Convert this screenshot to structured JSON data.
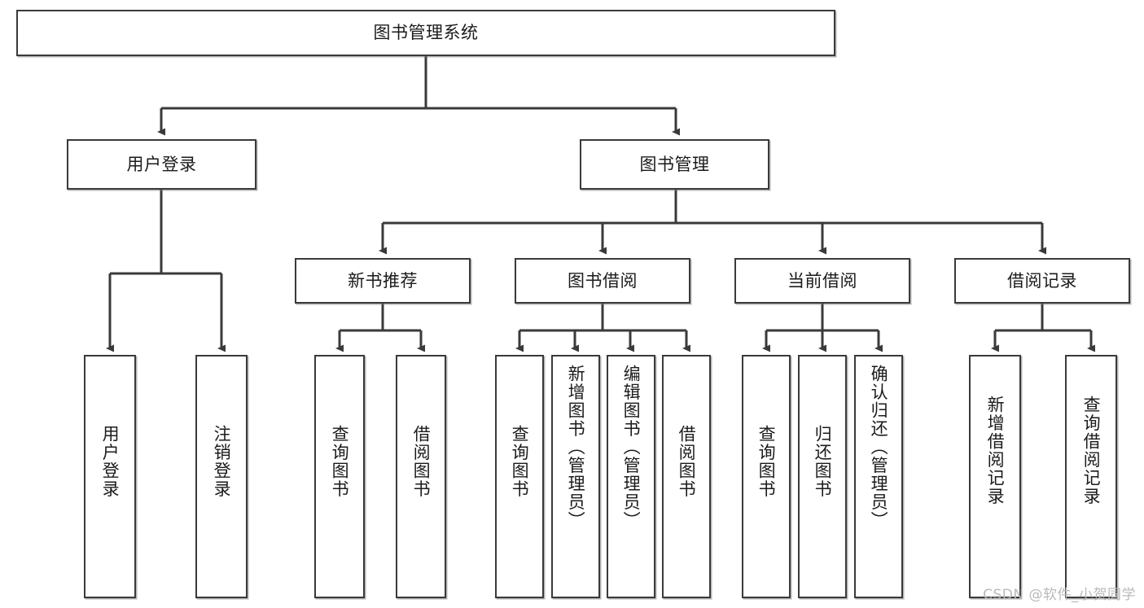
{
  "diagram": {
    "type": "tree-hierarchy-flowchart",
    "title": "图书管理系统",
    "watermark": "CSDN @软件_小贺同学",
    "colors": {
      "box_border": "#3a3a3a",
      "box_fill": "#ffffff",
      "connector": "#3a3a3a",
      "text": "#1b1b1b",
      "watermark": "#b9b9b9",
      "background": "#ffffff"
    },
    "levels": [
      {
        "level": 1,
        "nodes": [
          {
            "id": "root",
            "label": "图书管理系统",
            "orientation": "horizontal"
          }
        ]
      },
      {
        "level": 2,
        "nodes": [
          {
            "id": "login",
            "label": "用户登录",
            "orientation": "horizontal",
            "parent": "root"
          },
          {
            "id": "bookmgmt",
            "label": "图书管理",
            "orientation": "horizontal",
            "parent": "root"
          }
        ]
      },
      {
        "level": 3,
        "nodes": [
          {
            "id": "newbook",
            "label": "新书推荐",
            "orientation": "horizontal",
            "parent": "bookmgmt"
          },
          {
            "id": "borrow",
            "label": "图书借阅",
            "orientation": "horizontal",
            "parent": "bookmgmt"
          },
          {
            "id": "current",
            "label": "当前借阅",
            "orientation": "horizontal",
            "parent": "bookmgmt"
          },
          {
            "id": "records",
            "label": "借阅记录",
            "orientation": "horizontal",
            "parent": "bookmgmt"
          }
        ]
      },
      {
        "level": 4,
        "nodes": [
          {
            "id": "leaf1",
            "label": "用户登录",
            "orientation": "vertical",
            "parent": "login"
          },
          {
            "id": "leaf2",
            "label": "注销登录",
            "orientation": "vertical",
            "parent": "login"
          },
          {
            "id": "leaf3",
            "label": "查询图书",
            "orientation": "vertical",
            "parent": "newbook"
          },
          {
            "id": "leaf4",
            "label": "借阅图书",
            "orientation": "vertical",
            "parent": "newbook"
          },
          {
            "id": "leaf5",
            "label": "查询图书",
            "orientation": "vertical",
            "parent": "borrow"
          },
          {
            "id": "leaf6",
            "label": "新增图书（管理员）",
            "orientation": "vertical",
            "parent": "borrow"
          },
          {
            "id": "leaf7",
            "label": "编辑图书（管理员）",
            "orientation": "vertical",
            "parent": "borrow"
          },
          {
            "id": "leaf8",
            "label": "借阅图书",
            "orientation": "vertical",
            "parent": "borrow"
          },
          {
            "id": "leaf9",
            "label": "查询图书",
            "orientation": "vertical",
            "parent": "current"
          },
          {
            "id": "leaf10",
            "label": "归还图书",
            "orientation": "vertical",
            "parent": "current"
          },
          {
            "id": "leaf11",
            "label": "确认归还（管理员）",
            "orientation": "vertical",
            "parent": "current"
          },
          {
            "id": "leaf12",
            "label": "新增借阅记录",
            "orientation": "vertical",
            "parent": "records"
          },
          {
            "id": "leaf13",
            "label": "查询借阅记录",
            "orientation": "vertical",
            "parent": "records"
          }
        ]
      }
    ]
  }
}
